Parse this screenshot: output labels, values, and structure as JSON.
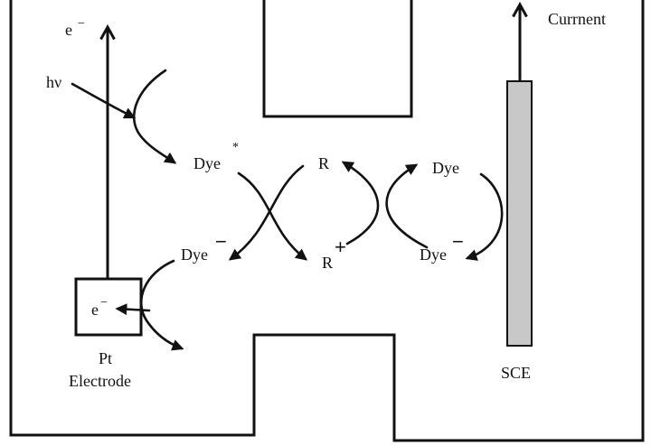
{
  "labels": {
    "electron_top": "e",
    "electron_top_sup": "−",
    "photon": "hν",
    "current": "Currnent",
    "dye_excited": "Dye",
    "dye_excited_sup": "*",
    "r_top": "R",
    "dye_right_top": "Dye",
    "dye_left_anion": "Dye",
    "dye_left_anion_sup": "−",
    "r_cation": "R",
    "r_cation_sup": "+",
    "dye_right_anion": "Dye",
    "dye_right_anion_sup": "−",
    "electron_box": "e",
    "electron_box_sup": "−",
    "pt_line1": "Pt",
    "pt_line2": "Electrode",
    "sce": "SCE"
  },
  "colors": {
    "line": "#111111",
    "sce_fill": "#c8c8c8",
    "background": "#ffffff"
  }
}
